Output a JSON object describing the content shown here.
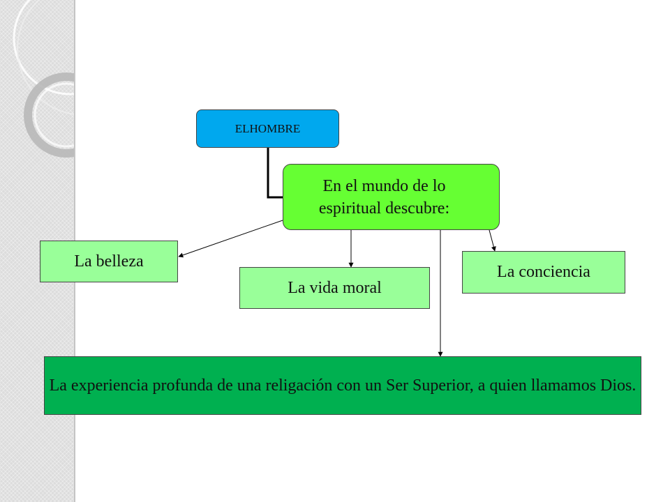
{
  "diagram": {
    "nodes": {
      "root": {
        "label": "ELHOMBRE"
      },
      "center": {
        "label": "En el mundo de lo espiritual descubre:"
      },
      "belleza": {
        "label": "La belleza"
      },
      "vida_moral": {
        "label": "La vida moral"
      },
      "conciencia": {
        "label": "La conciencia"
      },
      "dios": {
        "label": "La experiencia profunda de una religación con un Ser Superior, a quien llamamos Dios."
      }
    },
    "edges": [
      {
        "from": "ELHOMBRE",
        "to": "En el mundo de lo espiritual descubre:"
      },
      {
        "from": "En el mundo de lo espiritual descubre:",
        "to": "La belleza"
      },
      {
        "from": "En el mundo de lo espiritual descubre:",
        "to": "La vida moral"
      },
      {
        "from": "En el mundo de lo espiritual descubre:",
        "to": "La conciencia"
      },
      {
        "from": "En el mundo de lo espiritual descubre:",
        "to": "La experiencia profunda de una religación con un Ser Superior, a quien llamamos Dios."
      }
    ]
  },
  "colors": {
    "root_fill": "#00a8ee",
    "center_fill": "#66ff33",
    "leaf_fill": "#99ff99",
    "bottom_fill": "#00b050"
  }
}
